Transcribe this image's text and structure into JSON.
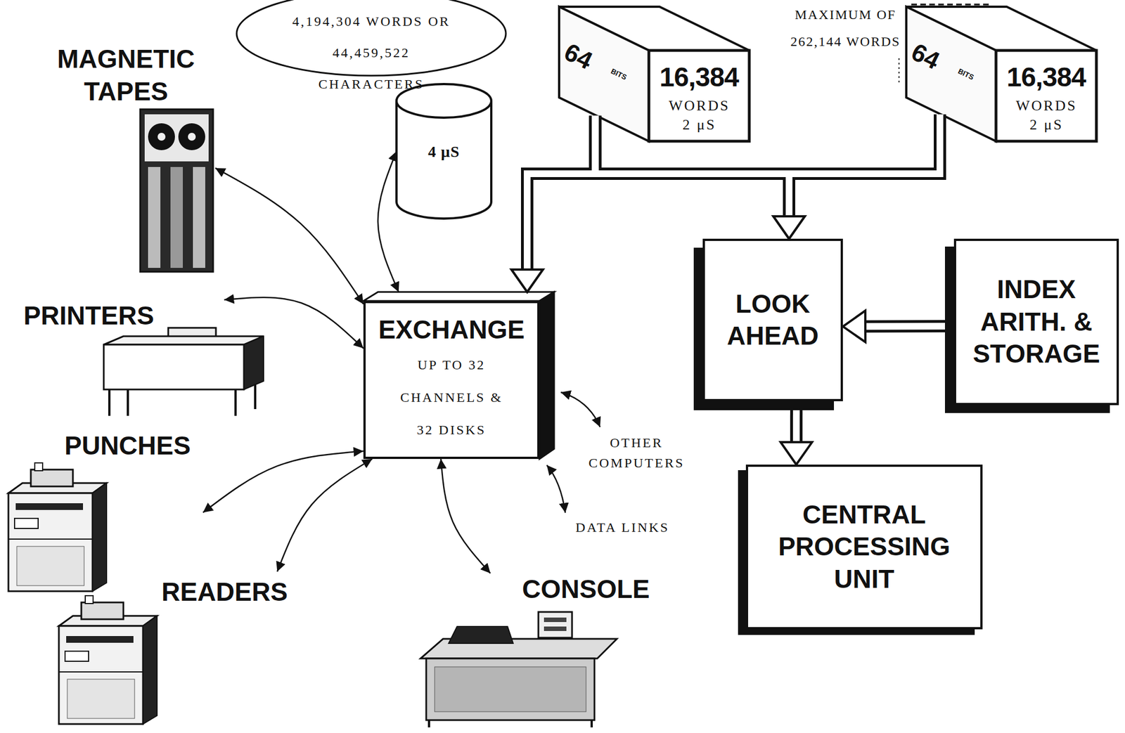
{
  "diagram": {
    "nodes": [
      {
        "text": [
          "4,194,304 WORDS OR 44,459,522 CHARACTERS"
        ]
      },
      {
        "text": [
          "64",
          "BITS",
          "16,384",
          "WORDS 2 μS"
        ]
      },
      {
        "text": [
          "64",
          "BITS",
          "16,384",
          "WORDS 2 μS"
        ]
      },
      {
        "text": [
          "MAGNETIC TAPES"
        ]
      },
      {
        "text": [
          "4 μS"
        ]
      },
      {
        "text": [
          "LOOK AHEAD"
        ]
      },
      {
        "text": [
          "INDEX ARITH. & STORAGE"
        ]
      },
      {
        "text": [
          "PRINTERS"
        ]
      },
      {
        "text": [
          "EXCHANGE",
          "UP TO 32 CHANNELS & 32 DISKS"
        ]
      },
      {
        "text": [
          "PUNCHES"
        ]
      },
      {
        "text": [
          "CENTRAL PROCESSING UNIT"
        ]
      },
      {
        "text": [
          "READERS"
        ]
      },
      {
        "text": [
          "CONSOLE"
        ]
      }
    ],
    "edges": [
      {
        "from": 3,
        "to": 8,
        "arrow": "both"
      },
      {
        "from": 4,
        "to": 8,
        "arrow": "both"
      },
      {
        "from": 7,
        "to": 8,
        "arrow": "both"
      },
      {
        "from": 9,
        "to": 8,
        "arrow": "both"
      },
      {
        "from": 11,
        "to": 8,
        "arrow": "both"
      },
      {
        "from": 12,
        "to": 8,
        "arrow": "both"
      },
      {
        "from": 1,
        "to": 8,
        "arrow": "to"
      },
      {
        "from": 2,
        "to": 8,
        "arrow": "to"
      },
      {
        "from": 1,
        "to": 5,
        "arrow": "to"
      },
      {
        "from": 2,
        "to": 5,
        "arrow": "to"
      },
      {
        "from": 6,
        "to": 5,
        "arrow": "to"
      },
      {
        "from": 5,
        "to": 10,
        "arrow": "to"
      }
    ],
    "labels": [
      "MAXIMUM OF 262,144 WORDS",
      "OTHER COMPUTERS",
      "DATA LINKS"
    ]
  }
}
